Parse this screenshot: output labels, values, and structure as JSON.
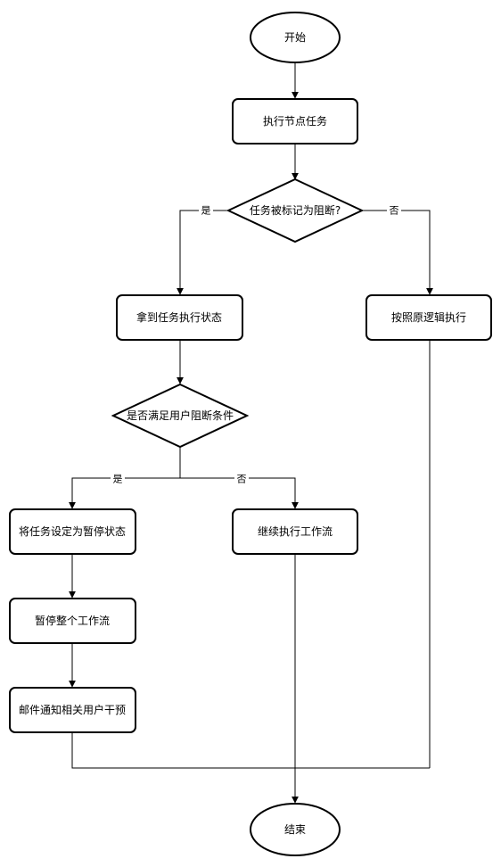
{
  "flowchart": {
    "nodes": {
      "start": "开始",
      "execute_node_task": "执行节点任务",
      "is_blocked": "任务被标记为阻断?",
      "get_task_status": "拿到任务执行状态",
      "run_original_logic": "按照原逻辑执行",
      "meets_user_block": "是否满足用户阻断条件",
      "set_paused": "将任务设定为暂停状态",
      "continue_workflow": "继续执行工作流",
      "pause_workflow": "暂停整个工作流",
      "email_notify": "邮件通知相关用户干预",
      "end": "结束"
    },
    "edge_labels": {
      "blocked_yes": "是",
      "blocked_no": "否",
      "meets_yes": "是",
      "meets_no": "否"
    }
  }
}
